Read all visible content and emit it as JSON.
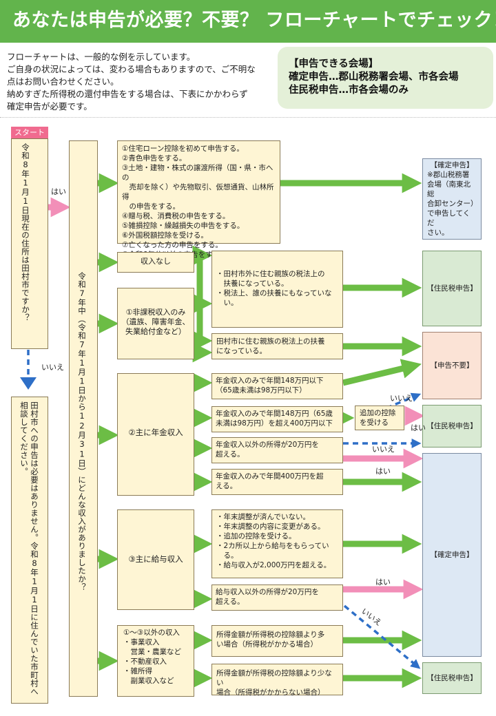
{
  "title": "あなたは申告が必要？不要？ フローチャートでチェック！",
  "intro": [
    "フローチャートは、一般的な例を示しています。",
    "ご自身の状況によっては、変わる場合もありますので、ご不明な",
    "点はお問い合わせください。",
    "納めすぎた所得税の還付申告をする場合は、下表にかかわらず",
    "確定申告が必要です。"
  ],
  "venue": {
    "heading": "【申告できる会場】",
    "line1": "確定申告…郡山税務署会場、市各会場",
    "line2": "住民税申告…市各会場のみ"
  },
  "start_label": "スタート",
  "start_question": "令和8年1月1日現在の住所は田村市ですか？",
  "yes": "はい",
  "no": "いいえ",
  "no_answer": "田村市への申告は必要はありません。令和8年1月1日に住んでいた市町村へ相談してください。",
  "income_question": "令和7年中（令和7年1月1日から12月31日）にどんな収入がありましたか？",
  "conditions": [
    "①住宅ローン控除を初めて申告する。",
    "②青色申告をする。",
    "③土地・建物・株式の譲渡所得（国・県・市への",
    "　売却を除く）や先物取引、仮想通貨、山林所得",
    "　の申告をする。",
    "④贈与税、消費税の申告をする。",
    "⑤雑損控除・繰越損失の申告をする。",
    "⑥外国税額控除を受ける。",
    "⑦亡くなった方の申告をする。",
    "⑧令和6年分以前の申告をする。"
  ],
  "categories": {
    "no_income": "収入なし",
    "nontax": [
      "①非課税収入のみ",
      "（遺族、障害年金、",
      "失業給付金など）"
    ],
    "pension": "②主に年金収入",
    "salary": "③主に給与収入",
    "other": [
      "①～③以外の収入",
      "・事業収入",
      "　営業・農業など",
      "・不動産収入",
      "・雑所得",
      "　副業収入など"
    ]
  },
  "dependents": {
    "outside": [
      "・田村市外に住む親族の税法上の",
      "　扶養になっている。",
      "・税法上、誰の扶養にもなっていな",
      "　い。"
    ],
    "inside": [
      "田村市に住む親族の税法上の扶養",
      "になっている。"
    ]
  },
  "pension_conditions": {
    "c1": [
      "年金収入のみで年間148万円以下",
      "（65歳未満は98万円以下）"
    ],
    "c2": [
      "年金収入のみで年間148万円（65歳",
      "未満は98万円）を超え400万円以下"
    ],
    "c3": [
      "年金収入以外の所得が20万円を",
      "超える。"
    ],
    "c4": [
      "年金収入のみで年間400万円を超",
      "える。"
    ]
  },
  "extra_deduction": [
    "追加の控除",
    "を受ける"
  ],
  "salary_conditions": {
    "c1": [
      "・年末調整が済んでいない。",
      "・年末調整の内容に変更がある。",
      "・追加の控除を受ける。",
      "・2カ所以上から給与をもらってい",
      "　る。",
      "・給与収入が2,000万円を超える。"
    ],
    "c2": [
      "給与収入以外の所得が20万円を",
      "超える。"
    ]
  },
  "other_conditions": {
    "c1": [
      "所得金額が所得税の控除額より多",
      "い場合（所得税がかかる場合）"
    ],
    "c2": [
      "所得金額が所得税の控除額より少ない",
      "場合（所得税がかからない場合）"
    ]
  },
  "results": {
    "kakutei_top": [
      "【確定申告】",
      "※郡山税務署",
      "会場（南東北総",
      "合卸センター）",
      "で申告してくだ",
      "さい。"
    ],
    "juminzei": "【住民税申告】",
    "fuyo": "【申告不要】",
    "kakutei": "【確定申告】"
  },
  "colors": {
    "title_bar": "#62b44c",
    "box_fill": "#fef5d4",
    "arrow_green": "#6cbd45",
    "arrow_pink": "#f28fb8",
    "arrow_blue": "#2e6fc7",
    "result_blue": "#dde8f4",
    "result_green": "#d9ead3",
    "result_pink": "#fbe3d6"
  }
}
